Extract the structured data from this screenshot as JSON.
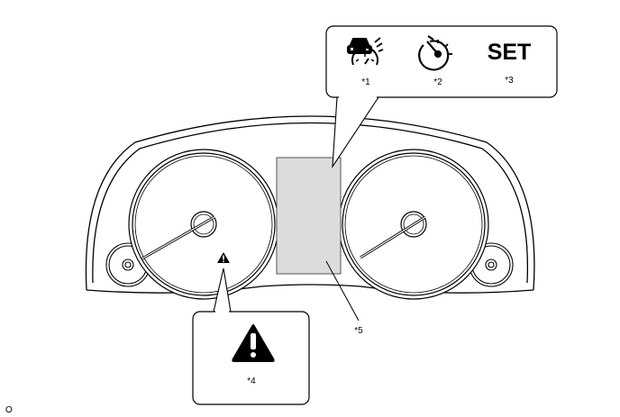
{
  "callouts": {
    "c1": "*1",
    "c2": "*2",
    "c3": "*3",
    "c4": "*4",
    "c5": "*5"
  },
  "set_text": "SET",
  "corner_mark": "O",
  "colors": {
    "line": "#000000",
    "display_fill": "#dcdcdc",
    "display_stroke": "#555555"
  },
  "icons": [
    "cruise-radar-icon",
    "cruise-control-icon",
    "warning-triangle-icon"
  ]
}
